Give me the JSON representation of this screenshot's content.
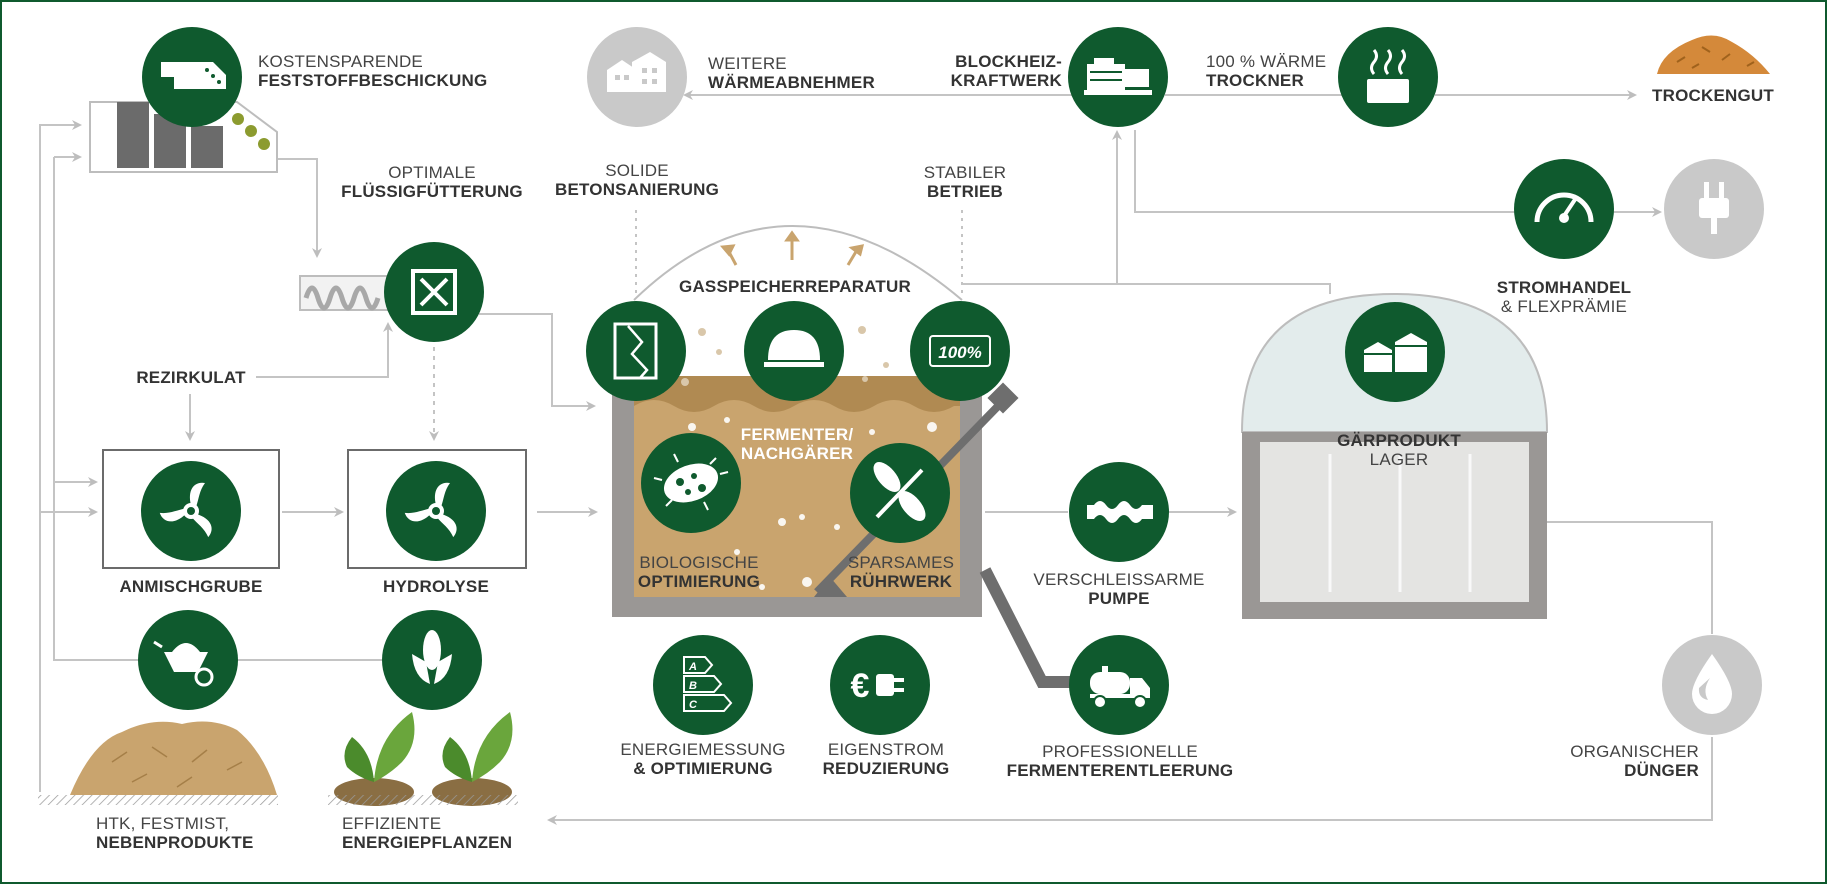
{
  "colors": {
    "green": "#0f5a2e",
    "grey_circle": "#c9c9c9",
    "line": "#c4c4c4",
    "fermenter_fill": "#c9a46e",
    "fermenter_wall": "#9a9795",
    "storage_fill": "#e4e4e2",
    "dome_fill": "#e3ecec"
  },
  "nodes": {
    "feststoff": {
      "line1": "KOSTENSPARENDE",
      "line2": "FESTSTOFFBESCHICKUNG",
      "icon": "feeder-icon"
    },
    "fluessig": {
      "line1": "OPTIMALE",
      "line2": "FLÜSSIGFÜTTERUNG",
      "icon": "mixer-box-icon"
    },
    "solide": {
      "line1": "SOLIDE",
      "line2": "BETONSANIERUNG",
      "icon": "cracked-wall-icon"
    },
    "stabiler": {
      "line1": "STABILER",
      "line2": "BETRIEB",
      "icon": "hundred-percent-icon",
      "badge": "100%"
    },
    "gasspeicher": {
      "line1": "GASSPEICHERREPARATUR",
      "icon": "dome-icon"
    },
    "weitere": {
      "line1": "WEITERE",
      "line2": "WÄRMEABNEHMER",
      "icon": "buildings-icon"
    },
    "bhkw": {
      "line1": "BLOCKHEIZ-",
      "line2": "KRAFTWERK",
      "icon": "engine-icon"
    },
    "trockner": {
      "line1": "100 % WÄRME",
      "line2": "TROCKNER",
      "icon": "heat-dryer-icon"
    },
    "trockengut": {
      "line1": "TROCKENGUT",
      "icon": "chips-pile-icon"
    },
    "stromhandel": {
      "line1": "STROMHANDEL",
      "line2": "& FLEXPRÄMIE",
      "icon": "gauge-icon"
    },
    "plug": {
      "icon": "plug-icon"
    },
    "rezirkulat": {
      "line1": "REZIRKULAT"
    },
    "anmischgrube": {
      "line1": "ANMISCHGRUBE",
      "icon": "propeller-icon"
    },
    "hydrolyse": {
      "line1": "HYDROLYSE",
      "icon": "propeller-icon"
    },
    "fermenter": {
      "line1": "FERMENTER/",
      "line2": "NACHGÄRER"
    },
    "bio": {
      "line1": "BIOLOGISCHE",
      "line2": "OPTIMIERUNG",
      "icon": "bacteria-icon"
    },
    "ruehrwerk": {
      "line1": "SPARSAMES",
      "line2": "RÜHRWERK",
      "icon": "paddle-icon"
    },
    "pumpe": {
      "line1": "VERSCHLEISSARME",
      "line2": "PUMPE",
      "icon": "pump-icon"
    },
    "gaerprodukt": {
      "line1": "GÄRPRODUKT",
      "line2": "LAGER",
      "icon": "silos-icon"
    },
    "htk": {
      "line1": "HTK, FESTMIST,",
      "line2": "NEBENPRODUKTE",
      "icon": "wheelbarrow-icon"
    },
    "energiepflanzen": {
      "line1": "EFFIZIENTE",
      "line2": "ENERGIEPFLANZEN",
      "icon": "corn-icon"
    },
    "energiemessung": {
      "line1": "ENERGIEMESSUNG",
      "line2": "& OPTIMIERUNG",
      "icon": "energy-label-icon",
      "grades": [
        "A",
        "B",
        "C"
      ]
    },
    "eigenstrom": {
      "line1": "EIGENSTROM",
      "line2": "REDUZIERUNG",
      "icon": "euro-plug-icon",
      "badge": "€"
    },
    "entleerung": {
      "line1": "PROFESSIONELLE",
      "line2": "FERMENTERENTLEERUNG",
      "icon": "tanker-truck-icon"
    },
    "duenger": {
      "line1": "ORGANISCHER",
      "line2": "DÜNGER",
      "icon": "drop-icon"
    }
  }
}
